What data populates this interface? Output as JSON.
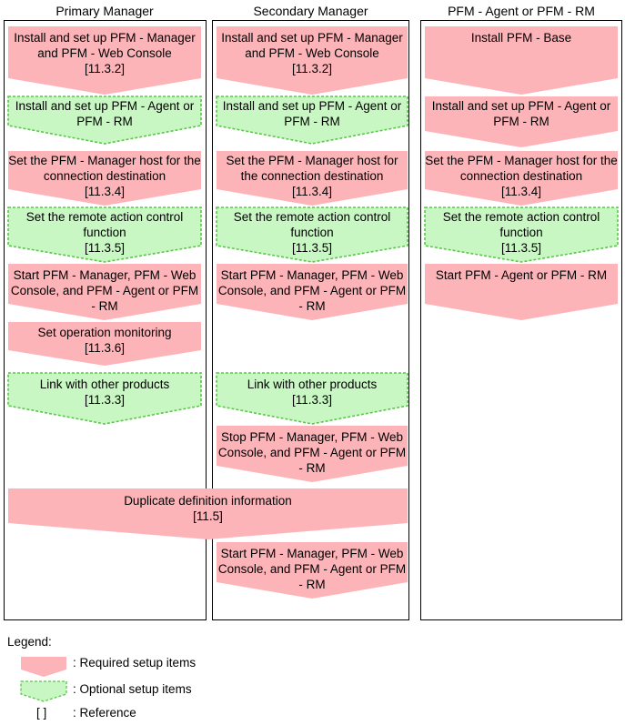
{
  "columns": [
    {
      "title": "Primary Manager"
    },
    {
      "title": "Secondary Manager"
    },
    {
      "title": "PFM - Agent or PFM - RM"
    }
  ],
  "steps": [
    {
      "label": "Install and set up PFM - Manager and PFM - Web Console",
      "ref": "[11.3.2]",
      "type": "required"
    },
    {
      "label": "Install and set up PFM - Agent or PFM - RM",
      "ref": "",
      "type": "optional"
    },
    {
      "label": "Set the PFM - Manager host for the connection destination",
      "ref": "[11.3.4]",
      "type": "required"
    },
    {
      "label": "Set the remote action control function",
      "ref": "[11.3.5]",
      "type": "optional"
    },
    {
      "label": "Start PFM - Manager, PFM - Web Console, and PFM - Agent or PFM - RM",
      "ref": "",
      "type": "required"
    },
    {
      "label": "Set operation monitoring",
      "ref": "[11.3.6]",
      "type": "required"
    },
    {
      "label": "Link with other products",
      "ref": "[11.3.3]",
      "type": "optional"
    },
    {
      "label": "Install and set up PFM - Manager and PFM - Web Console",
      "ref": "[11.3.2]",
      "type": "required"
    },
    {
      "label": "Install and set up PFM - Agent or PFM - RM",
      "ref": "",
      "type": "optional"
    },
    {
      "label": "Set the PFM - Manager host for the connection destination",
      "ref": "[11.3.4]",
      "type": "required"
    },
    {
      "label": "Set the remote action control function",
      "ref": "[11.3.5]",
      "type": "optional"
    },
    {
      "label": "Start PFM - Manager, PFM - Web Console, and PFM - Agent or PFM - RM",
      "ref": "",
      "type": "required"
    },
    {
      "label": "Link with other products",
      "ref": "[11.3.3]",
      "type": "optional"
    },
    {
      "label": "Stop PFM - Manager, PFM - Web Console, and PFM - Agent or PFM - RM",
      "ref": "",
      "type": "required"
    },
    {
      "label": "Start PFM - Manager, PFM - Web Console, and PFM - Agent or PFM - RM",
      "ref": "",
      "type": "required"
    },
    {
      "label": "Install PFM - Base",
      "ref": "",
      "type": "required"
    },
    {
      "label": "Install and set up PFM - Agent or PFM - RM",
      "ref": "",
      "type": "required"
    },
    {
      "label": "Set the PFM - Manager host for the connection destination",
      "ref": "[11.3.4]",
      "type": "required"
    },
    {
      "label": "Set the remote action control function",
      "ref": "[11.3.5]",
      "type": "optional"
    },
    {
      "label": "Start PFM - Agent or PFM - RM",
      "ref": "",
      "type": "required"
    },
    {
      "label": "Duplicate definition information",
      "ref": "[11.5]",
      "type": "required"
    }
  ],
  "legend": {
    "title": "Legend:",
    "required": ": Required setup items",
    "optional": ": Optional setup items",
    "reference_symbol": "[  ]",
    "reference": ": Reference"
  },
  "colors": {
    "required_fill": "#fcb4b9",
    "optional_fill": "#c8f7c3",
    "optional_border": "#59c748"
  }
}
